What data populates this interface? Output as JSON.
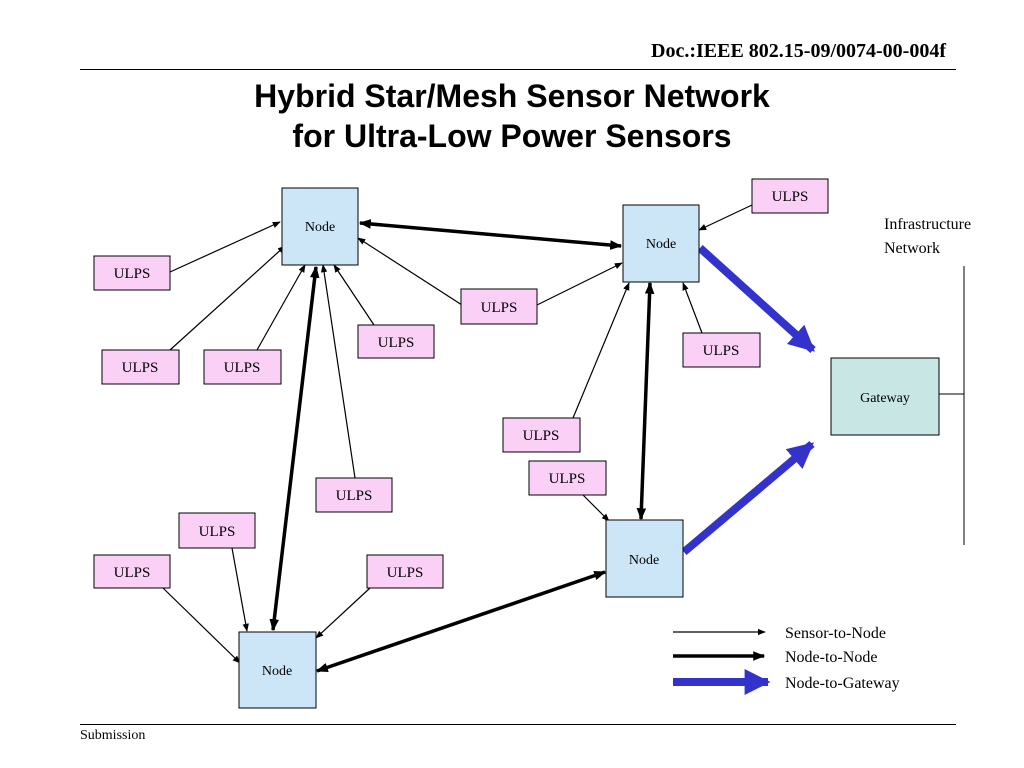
{
  "header": {
    "doc_id": "Doc.:IEEE 802.15-09/0074-00-004f"
  },
  "title": {
    "line1": "Hybrid Star/Mesh Sensor Network",
    "line2": "for Ultra-Low Power Sensors"
  },
  "footer": {
    "label": "Submission"
  },
  "diagram": {
    "node_label": "Node",
    "sensor_label": "ULPS",
    "gateway_label": "Gateway",
    "infrastructure_label_line1": "Infrastructure",
    "infrastructure_label_line2": "Network",
    "colors": {
      "node_fill": "#cce6f7",
      "sensor_fill": "#fbd0f6",
      "gateway_fill": "#c7e6e4",
      "gateway_link": "#3333cc",
      "line": "#000000"
    }
  },
  "legend": {
    "sensor_to_node": "Sensor-to-Node",
    "node_to_node": "Node-to-Node",
    "node_to_gateway": "Node-to-Gateway"
  }
}
